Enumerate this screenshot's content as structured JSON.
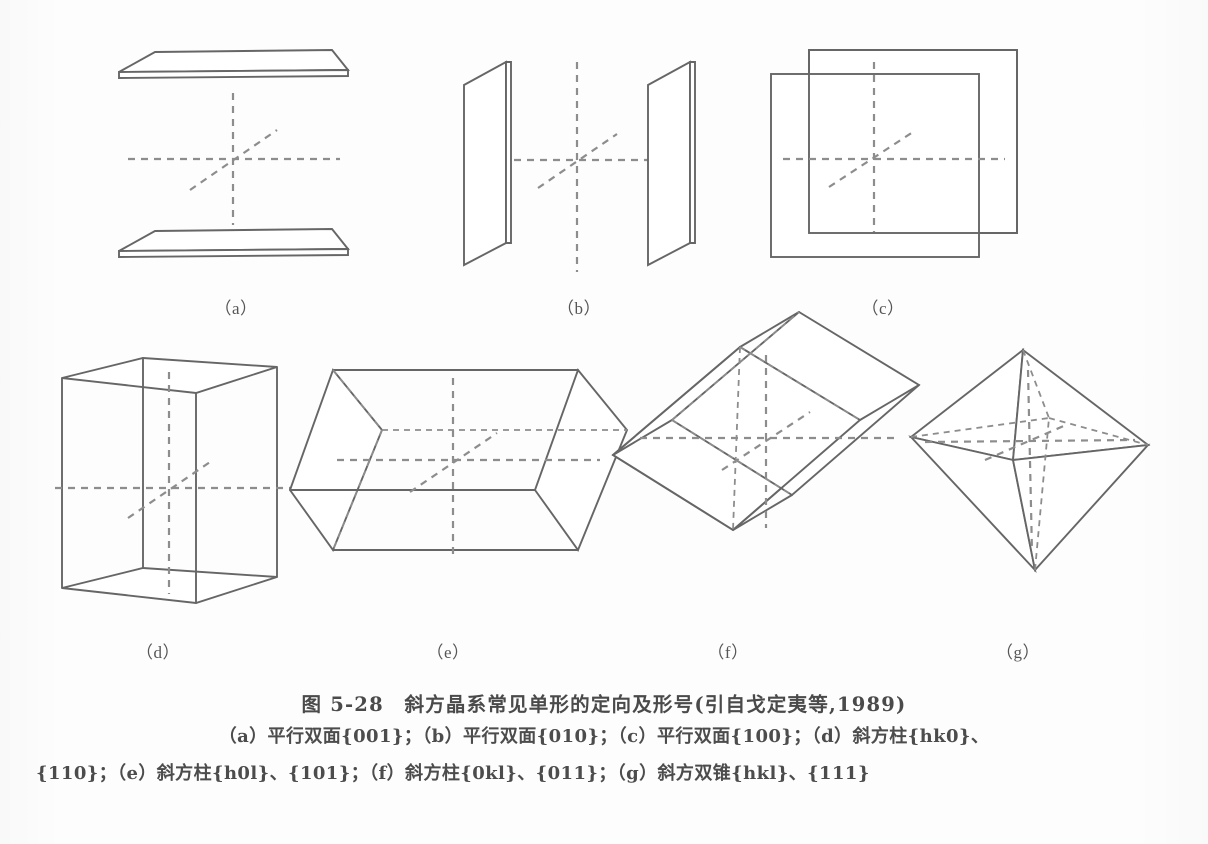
{
  "figure": {
    "number": "图 5-28",
    "title": "图 5-28　斜方晶系常见单形的定向及形号(引自戈定夷等,1989)",
    "panels": [
      {
        "id": "a",
        "label": "（a）",
        "shape": "pinacoid-horizontal",
        "form_symbol": "{001}",
        "form_name": "平行双面"
      },
      {
        "id": "b",
        "label": "（b）",
        "shape": "pinacoid-vertical-side",
        "form_symbol": "{010}",
        "form_name": "平行双面"
      },
      {
        "id": "c",
        "label": "（c）",
        "shape": "pinacoid-vertical-front",
        "form_symbol": "{100}",
        "form_name": "平行双面"
      },
      {
        "id": "d",
        "label": "（d）",
        "shape": "rhombic-prism-vertical",
        "form_symbol": "{hk0}",
        "form_symbol_alt": "{110}",
        "form_name": "斜方柱"
      },
      {
        "id": "e",
        "label": "（e）",
        "shape": "rhombic-prism-horizontal-b",
        "form_symbol": "{h0l}",
        "form_symbol_alt": "{101}",
        "form_name": "斜方柱"
      },
      {
        "id": "f",
        "label": "（f）",
        "shape": "rhombic-prism-horizontal-a",
        "form_symbol": "{0kl}",
        "form_symbol_alt": "{011}",
        "form_name": "斜方柱"
      },
      {
        "id": "g",
        "label": "（g）",
        "shape": "rhombic-dipyramid",
        "form_symbol": "{hkl}",
        "form_symbol_alt": "{111}",
        "form_name": "斜方双锥"
      }
    ],
    "caption_lines": [
      "（a）平行双面{001}；（b）平行双面{010}；（c）平行双面{100}；（d）斜方柱{hk0}、",
      "{110}；（e）斜方柱{h0l}、{101}；（f）斜方柱{0kl}、{011}；（g）斜方双锥{hkl}、{111}"
    ],
    "source": "引自戈定夷等",
    "year": "1989",
    "colors": {
      "solid_edge": "#666666",
      "dashed_axis": "#8a8a8a",
      "background": "#fdfdfd",
      "text": "#4a4a4a"
    }
  }
}
